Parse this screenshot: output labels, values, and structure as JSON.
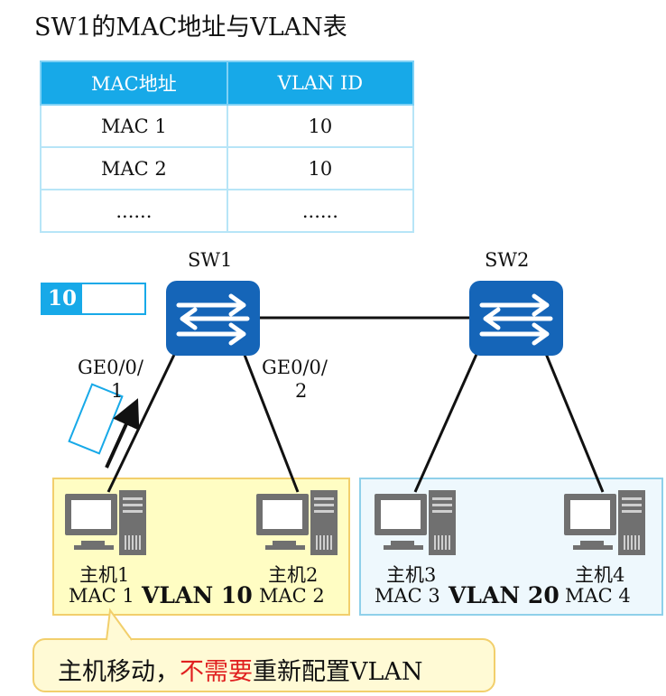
{
  "title": "SW1的MAC地址与VLAN表",
  "table": {
    "headers": [
      "MAC地址",
      "VLAN ID"
    ],
    "rows": [
      [
        "MAC 1",
        "10"
      ],
      [
        "MAC 2",
        "10"
      ],
      [
        "......",
        "......"
      ]
    ]
  },
  "tag_value": "10",
  "switches": {
    "sw1": "SW1",
    "sw2": "SW2"
  },
  "ports": {
    "p1_line1": "GE0/0/",
    "p1_line2": "1",
    "p2_line1": "GE0/0/",
    "p2_line2": "2"
  },
  "hosts": [
    {
      "name": "主机1",
      "mac": "MAC 1"
    },
    {
      "name": "主机2",
      "mac": "MAC 2"
    },
    {
      "name": "主机3",
      "mac": "MAC 3"
    },
    {
      "name": "主机4",
      "mac": "MAC 4"
    }
  ],
  "vlans": {
    "left": "VLAN 10",
    "right": "VLAN 20"
  },
  "callout": {
    "part1": "主机移动，",
    "part2": "不需要",
    "part3": "重新配置VLAN"
  },
  "colors": {
    "accent": "#17a9e8",
    "switch": "#1565b8",
    "vlan10_bg": "#fffdc3",
    "vlan20_bg": "#eef8fd",
    "highlight": "#e02020"
  }
}
